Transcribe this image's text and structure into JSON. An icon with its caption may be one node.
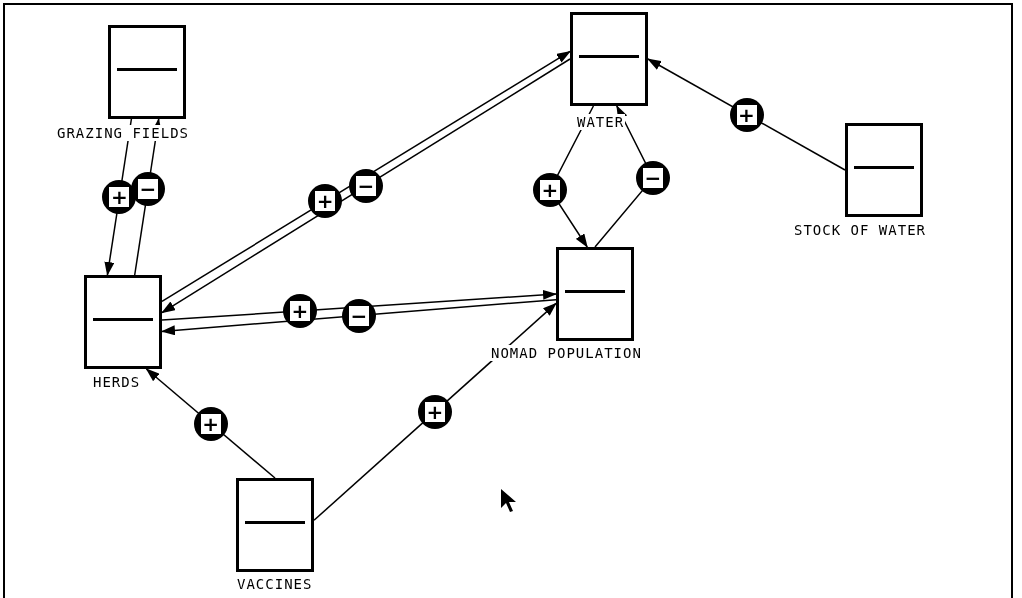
{
  "diagram": {
    "nodes": [
      {
        "text": [
          "GRAZING FIELDS"
        ]
      },
      {
        "text": [
          "WATER"
        ]
      },
      {
        "text": [
          "STOCK OF WATER"
        ]
      },
      {
        "text": [
          "HERDS"
        ]
      },
      {
        "text": [
          "NOMAD POPULATION"
        ]
      },
      {
        "text": [
          "VACCINES"
        ]
      }
    ],
    "edges": [
      {
        "from": 0,
        "to": 3,
        "arrow": "to",
        "label": "+"
      },
      {
        "from": 3,
        "to": 0,
        "arrow": "to",
        "label": "−"
      },
      {
        "from": 3,
        "to": 1,
        "arrow": "to",
        "label": "+"
      },
      {
        "from": 1,
        "to": 3,
        "arrow": "to",
        "label": "−"
      },
      {
        "from": 3,
        "to": 4,
        "arrow": "to",
        "label": "+"
      },
      {
        "from": 4,
        "to": 3,
        "arrow": "to",
        "label": "−"
      },
      {
        "from": 1,
        "to": 4,
        "arrow": "to",
        "label": "+"
      },
      {
        "from": 4,
        "to": 1,
        "arrow": "to",
        "label": "−"
      },
      {
        "from": 2,
        "to": 1,
        "arrow": "to",
        "label": "+"
      },
      {
        "from": 5,
        "to": 3,
        "arrow": "to",
        "label": "+"
      },
      {
        "from": 5,
        "to": 4,
        "arrow": "to",
        "label": "+"
      }
    ]
  }
}
